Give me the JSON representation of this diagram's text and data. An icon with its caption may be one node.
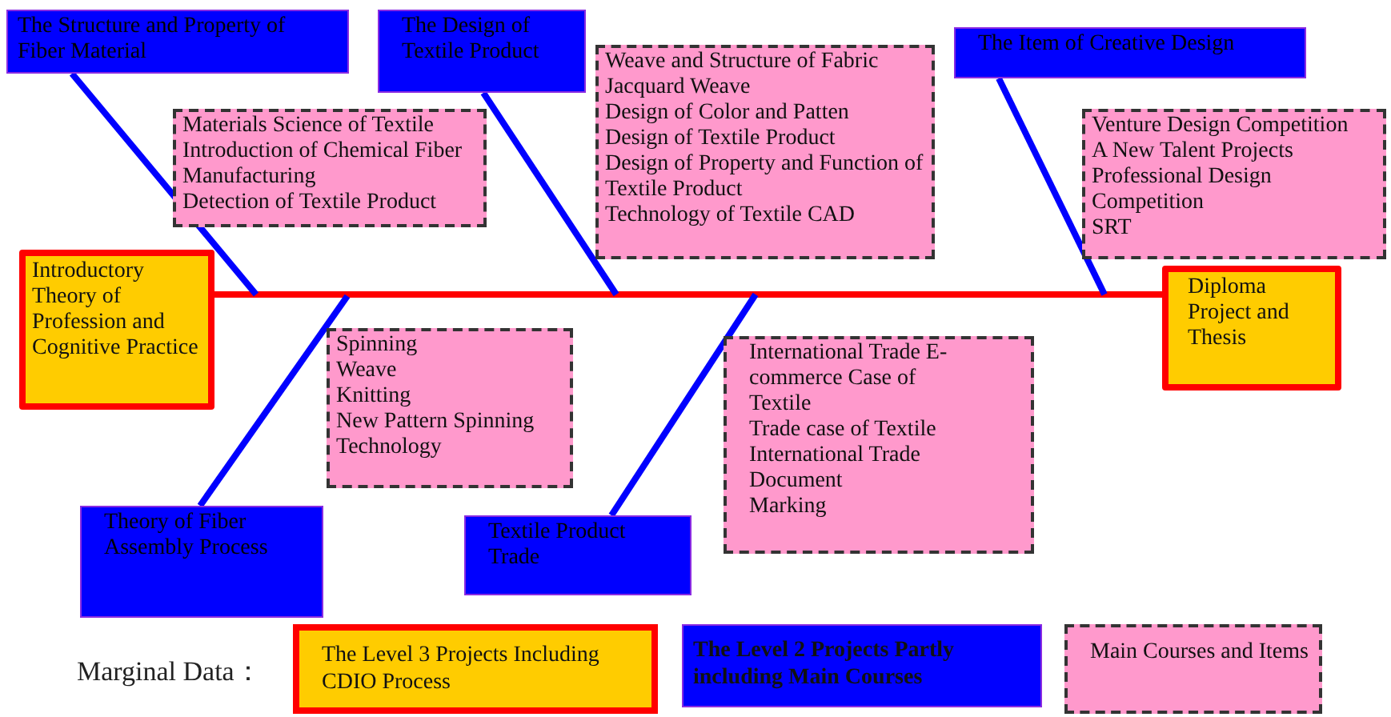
{
  "diagram": {
    "nodes": [
      {
        "text": [
          "The Structure and Property of Fiber Material"
        ]
      },
      {
        "text": [
          "The Design of Textile Product"
        ]
      },
      {
        "text": [
          "Weave and Structure of Fabric",
          "Jacquard Weave",
          "Design of Color and Patten",
          "Design of Textile Product",
          "Design of Property and Function of Textile Product",
          "Technology of Textile CAD"
        ]
      },
      {
        "text": [
          "The Item of Creative Design"
        ]
      },
      {
        "text": [
          "Materials Science of Textile",
          "Introduction of Chemical Fiber Manufacturing",
          "Detection of Textile Product"
        ]
      },
      {
        "text": [
          "Venture Design Competition",
          "A New Talent Projects",
          "Professional Design Competition",
          "SRT"
        ]
      },
      {
        "text": [
          "Introductory Theory of Profession and Cognitive Practice"
        ]
      },
      {
        "text": [
          "Diploma Project and Thesis"
        ]
      },
      {
        "text": [
          "Spinning",
          "Weave",
          "Knitting",
          "New Pattern Spinning Technology"
        ]
      },
      {
        "text": [
          "International Trade E-commerce Case of Textile",
          "Trade case of Textile",
          "International Trade Document",
          "Marking"
        ]
      },
      {
        "text": [
          "Theory of Fiber Assembly Process"
        ]
      },
      {
        "text": [
          "Textile Product Trade"
        ]
      }
    ],
    "edges": [
      {
        "from": 6,
        "to": 7,
        "arrow": "none",
        "color": "#ff0000"
      },
      {
        "from": 0,
        "to": null,
        "arrow": "none"
      },
      {
        "from": 1,
        "to": null,
        "arrow": "none"
      },
      {
        "from": 3,
        "to": null,
        "arrow": "none"
      },
      {
        "from": 10,
        "to": null,
        "arrow": "none"
      },
      {
        "from": 11,
        "to": null,
        "arrow": "none"
      }
    ],
    "labels": [
      "Marginal Data："
    ],
    "legend": [
      {
        "text": "The Level 3 Projects Including CDIO Process",
        "color": "#ffcc00"
      },
      {
        "text": "The Level 2 Projects Partly including Main Courses",
        "color": "#0000ff"
      },
      {
        "text": "Main Courses and Items",
        "color": "#ff99cc"
      }
    ]
  }
}
